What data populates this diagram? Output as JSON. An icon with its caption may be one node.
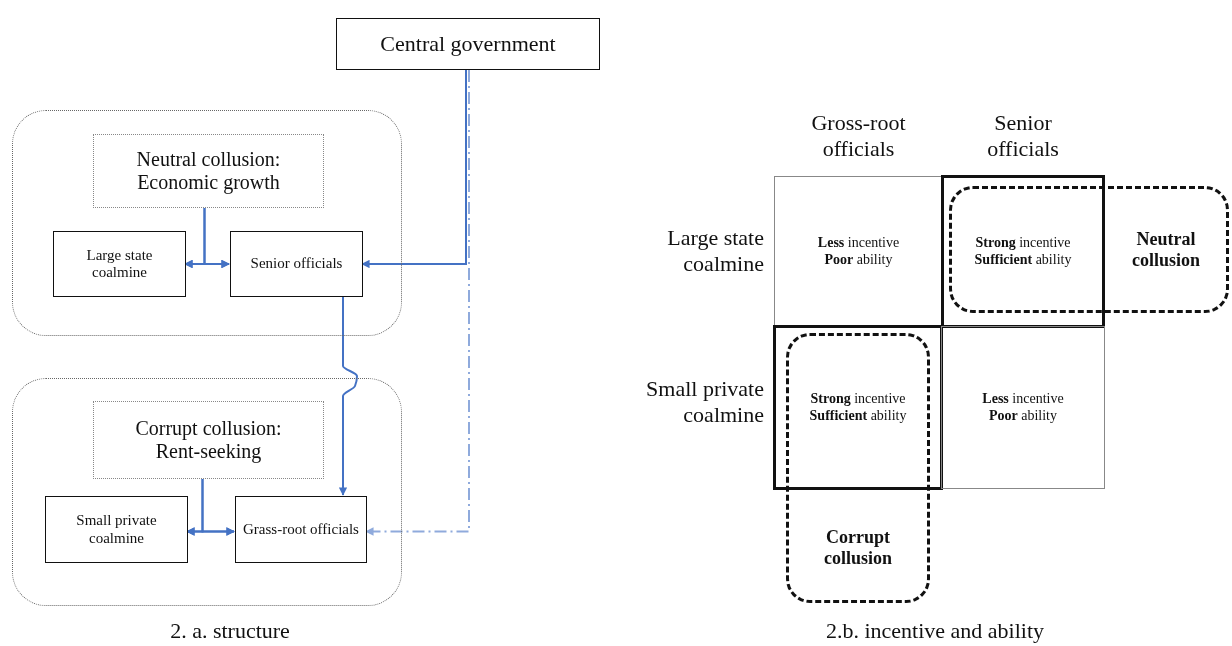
{
  "diagram": {
    "nodes": [
      {
        "text": [
          "Central government"
        ]
      },
      {
        "text": [],
        "shape": "box"
      },
      {
        "text": [
          "Neutral collusion: Economic growth"
        ],
        "in": 1
      },
      {
        "text": [
          "Large state coalmine"
        ],
        "in": 1
      },
      {
        "text": [
          "Senior officials"
        ],
        "in": 1
      },
      {
        "text": [],
        "shape": "box"
      },
      {
        "text": [
          "Corrupt collusion: Rent-seeking"
        ],
        "in": 5
      },
      {
        "text": [
          "Small private coalmine"
        ],
        "in": 5
      },
      {
        "text": [
          "Grass-root officials"
        ],
        "in": 5
      },
      {
        "text": [
          "**Less** incentive",
          "**Poor** ability"
        ]
      },
      {
        "text": [
          "**Strong** incentive",
          "**Sufficient** ability"
        ]
      },
      {
        "text": [
          "**Strong** incentive",
          "**Sufficient** ability"
        ]
      },
      {
        "text": [
          "**Less** incentive",
          "**Poor** ability"
        ]
      },
      {
        "text": [
          "Neutral collusion"
        ]
      },
      {
        "text": [
          "Corrupt collusion"
        ]
      }
    ],
    "edges": [
      {
        "from": 3,
        "to": 4,
        "arrow": "both"
      },
      {
        "from": 2,
        "to": 3,
        "arrow": "to"
      },
      {
        "from": 2,
        "to": 4,
        "arrow": "to"
      },
      {
        "from": 0,
        "to": 4,
        "arrow": "to"
      },
      {
        "from": 4,
        "to": 8,
        "arrow": "to"
      },
      {
        "from": 7,
        "to": 8,
        "arrow": "both"
      },
      {
        "from": 6,
        "to": 7,
        "arrow": "to"
      },
      {
        "from": 6,
        "to": 8,
        "arrow": "to"
      },
      {
        "from": 0,
        "to": 8,
        "arrow": "to",
        "style": "dashed",
        "color": "#8faadc"
      }
    ],
    "labels": [
      "Gross-root officials",
      "Senior officials",
      "Large state coalmine",
      "Small private coalmine",
      "2. a. structure",
      "2.b. incentive and ability"
    ]
  }
}
